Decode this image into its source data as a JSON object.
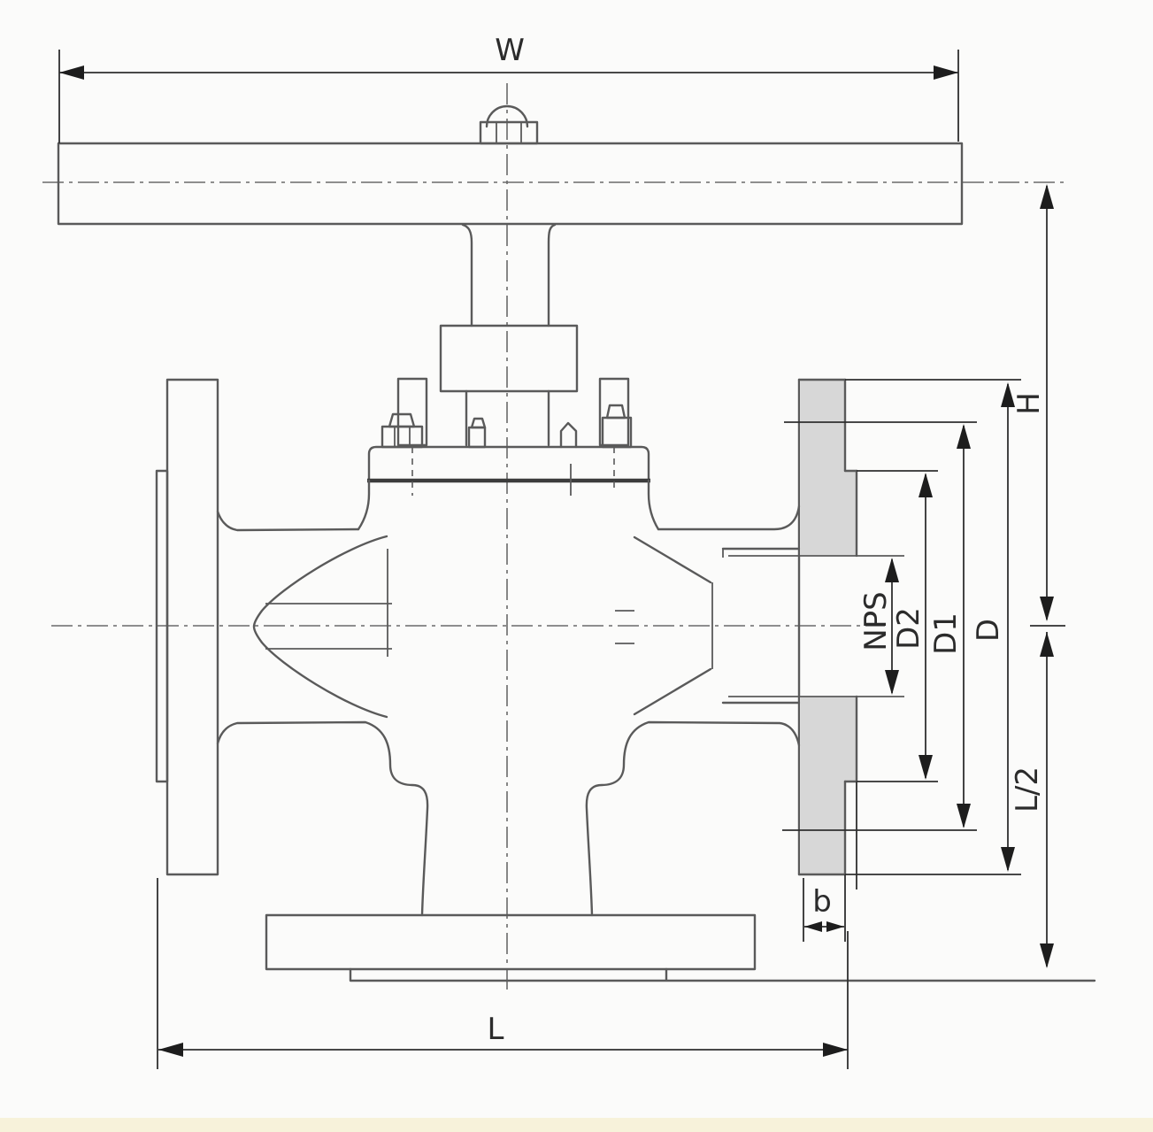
{
  "colors": {
    "background": "#fbfbfa",
    "line": "#5a5a5a",
    "dim": "#2f2f2f",
    "arrow": "#1d1d1d",
    "centerline": "#6a6a6a",
    "shading": "#d7d7d7",
    "footer_strip": "#f7f2da"
  },
  "drawing": {
    "dimension_labels": {
      "w": "W",
      "h": "H",
      "nps": "NPS",
      "d2": "D2",
      "d1": "D1",
      "d": "D",
      "l_half": "L/2",
      "b": "b",
      "l": "L"
    }
  }
}
